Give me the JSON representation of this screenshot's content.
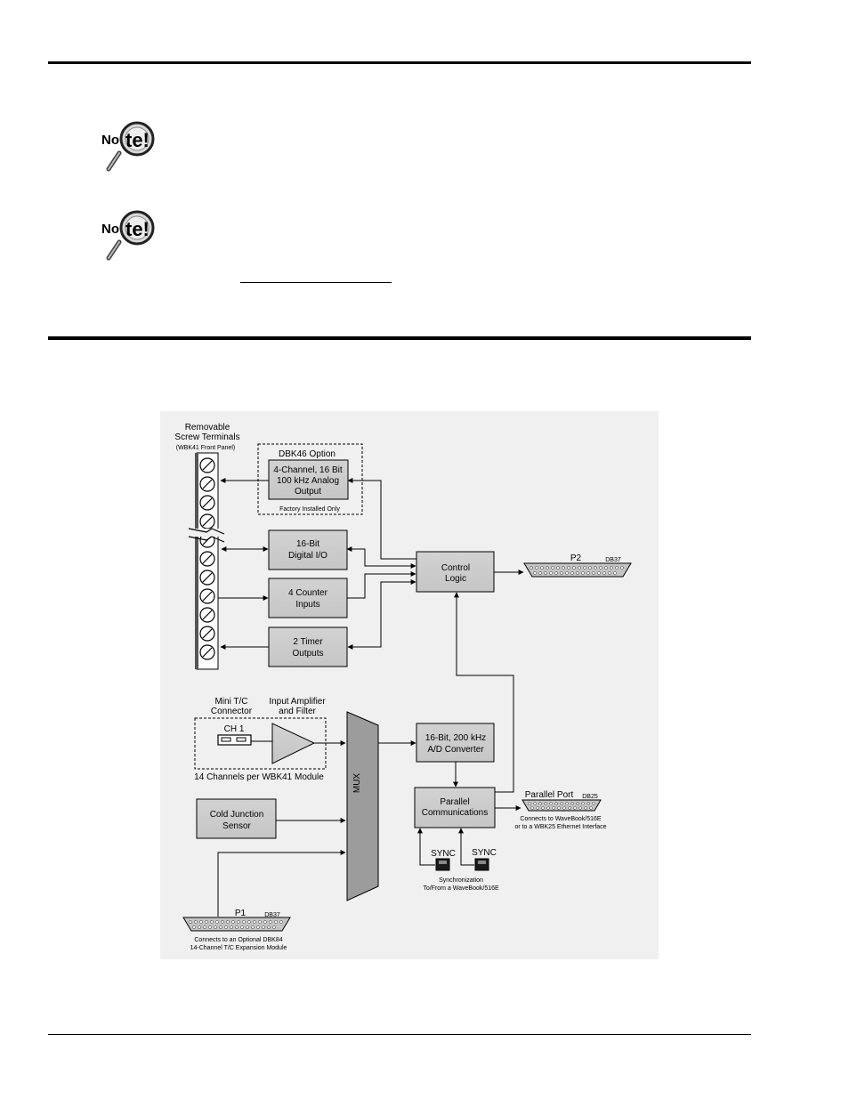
{
  "note_icon": {
    "label": "Note!",
    "icon": "magnifier-note-icon"
  },
  "diagram": {
    "screw_terminals": {
      "title_1": "Removable",
      "title_2": "Screw Terminals",
      "subtitle": "(WBK41 Front Panel)"
    },
    "dbk46": {
      "title": "DBK46 Option",
      "line1": "4-Channel, 16 Bit",
      "line2": "100 kHz Analog",
      "line3": "Output",
      "footer": "Factory Installed Only"
    },
    "digital_io": {
      "line1": "16-Bit",
      "line2": "Digital I/O"
    },
    "counter": {
      "line1": "4 Counter",
      "line2": "Inputs"
    },
    "timer": {
      "line1": "2 Timer",
      "line2": "Outputs"
    },
    "control_logic": {
      "line1": "Control",
      "line2": "Logic"
    },
    "p2": {
      "name": "P2",
      "type": "DB37"
    },
    "mini_tc": {
      "line1": "Mini T/C",
      "line2": "Connector",
      "channel": "CH 1"
    },
    "amp": {
      "line1": "Input Amplifier",
      "line2": "and Filter"
    },
    "channels_note": "14 Channels per WBK41 Module",
    "mux": "MUX",
    "adc": {
      "line1": "16-Bit, 200 kHz",
      "line2": "A/D Converter"
    },
    "parallel_comm": {
      "line1": "Parallel",
      "line2": "Communications"
    },
    "parallel_port": {
      "name": "Parallel Port",
      "type": "DB25",
      "note1": "Connects to WaveBook/516E",
      "note2": "or to a WBK25 Ethernet Interface"
    },
    "cold_junction": {
      "line1": "Cold Junction",
      "line2": "Sensor"
    },
    "sync": {
      "label": "SYNC",
      "note1": "Synchronization",
      "note2": "To/From a WaveBook/516E"
    },
    "p1": {
      "name": "P1",
      "type": "DB37",
      "note1": "Connects to an Optional DBK84",
      "note2": "14-Channel T/C Expansion Module"
    }
  }
}
